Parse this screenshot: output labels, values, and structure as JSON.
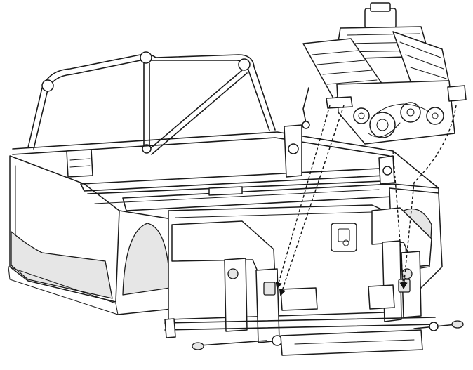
{
  "diagram": {
    "description_text": "",
    "colors": {
      "line": "#1a1a1a",
      "background": "#ffffff",
      "shade": "#e6e6e6"
    },
    "parts": [
      "roll-cage",
      "chassis-tub",
      "front-frame",
      "engine-block",
      "mount-arrows"
    ]
  }
}
